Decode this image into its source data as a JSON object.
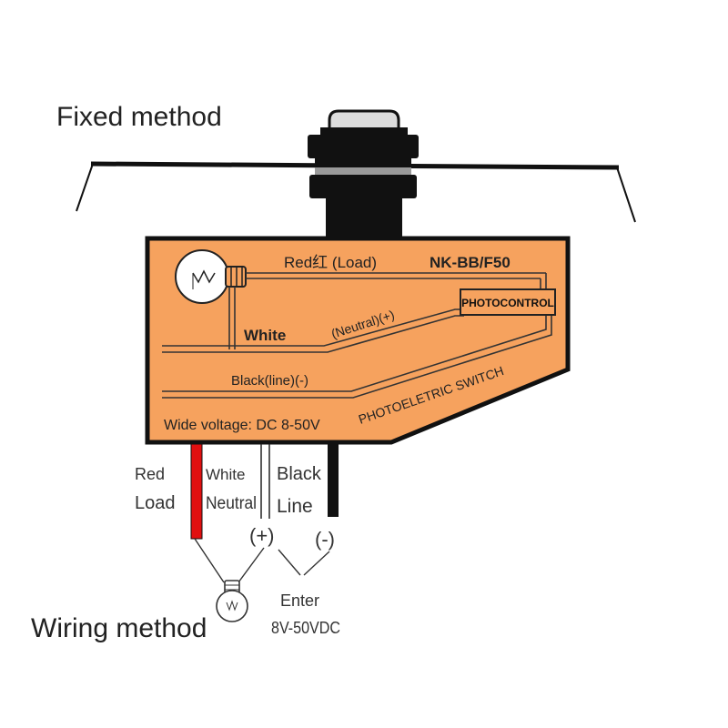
{
  "headings": {
    "fixed": "Fixed method",
    "wiring": "Wiring method"
  },
  "device": {
    "model": "NK-BB/F50",
    "photocontrol": "PHOTOCONTROL",
    "switch_label": "PHOTOELETRIC SWITCH",
    "voltage": "Wide voltage: DC 8-50V",
    "body_color": "#f6a25e"
  },
  "internal_wires": {
    "red": "Red红 (Load)",
    "white": "White",
    "neutral": "(Neutral)(+)",
    "black": "Black(line)(-)"
  },
  "leads": {
    "red": {
      "name": "Red",
      "role": "Load",
      "color": "#e01010"
    },
    "white": {
      "name": "White",
      "role": "Neutral"
    },
    "black": {
      "name": "Black",
      "role": "Line",
      "color": "#111111"
    }
  },
  "terminals": {
    "plus": "(+)",
    "minus": "(-)"
  },
  "supply": {
    "line1": "Enter",
    "line2": "8V-50VDC"
  }
}
